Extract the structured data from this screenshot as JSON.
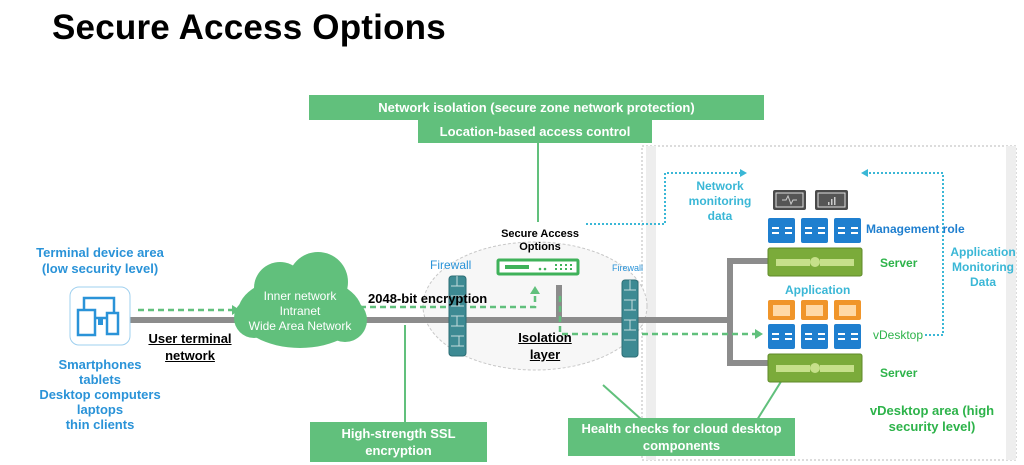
{
  "title": "Secure Access Options",
  "callouts": {
    "network_isolation": "Network isolation (secure zone network protection)",
    "location_access": "Location-based access control",
    "ssl_encryption_line1": "High-strength SSL",
    "ssl_encryption_line2": "encryption",
    "health_checks_line1": "Health checks for cloud desktop",
    "health_checks_line2": "components"
  },
  "terminal_area": {
    "heading_line1": "Terminal device area",
    "heading_line2": "(low security level)",
    "icon": "devices-icon",
    "devices": [
      "Smartphones",
      "tablets",
      "Desktop computers",
      "laptops",
      "thin clients"
    ]
  },
  "user_terminal_network": {
    "line1": "User terminal",
    "line2": "network"
  },
  "cloud": {
    "lines": [
      "Inner network",
      "Intranet",
      "Wide Area Network"
    ]
  },
  "encryption_label": "2048-bit encryption",
  "isolation_zone": {
    "secure_access_line1": "Secure Access",
    "secure_access_line2": "Options",
    "firewall_left": "Firewall",
    "firewall_right": "Firewall",
    "isolation_line1": "Isolation",
    "isolation_line2": "layer"
  },
  "vdesktop_area": {
    "network_monitoring": [
      "Network",
      "monitoring",
      "data"
    ],
    "application_monitoring": [
      "Application",
      "Monitoring",
      "Data"
    ],
    "management_role": "Management role",
    "server_top": "Server",
    "application": "Application",
    "vdesktop": "vDesktop",
    "server_bottom": "Server",
    "area_label_line1": "vDesktop area (high",
    "area_label_line2": "security level)"
  },
  "colors": {
    "callout_green": "#61c07c",
    "terminal_blue": "#2a93d8",
    "monitor_cyan": "#3ab7d6",
    "server_green": "#7bab3a",
    "rack_blue": "#1f7fcf",
    "app_orange": "#f0952a",
    "firewall_teal": "#3d8a93",
    "line_gray": "#8c8c8c"
  }
}
